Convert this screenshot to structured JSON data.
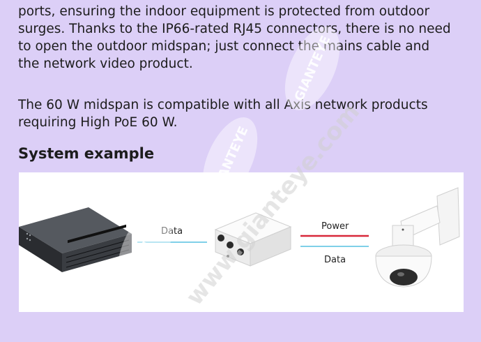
{
  "paragraphs": {
    "p1": [
      "ports, ensuring the indoor equipment is protected from outdoor",
      "surges. Thanks to the IP66-rated RJ45 connectors, there is no need",
      "to open the outdoor midspan; just connect the mains cable and",
      "the network video product."
    ],
    "p2": [
      "The 60 W midspan is compatible with all Axis network products",
      "requiring High PoE 60 W."
    ]
  },
  "section_heading": "System example",
  "diagram": {
    "data_label_left": "Data",
    "power_label": "Power",
    "data_label_right": "Data",
    "colors": {
      "data_line": "#7fd0e8",
      "power_line": "#d8283a",
      "switch_body": "#3a3d42",
      "midspan_body": "#f3f3f3"
    }
  },
  "watermark": {
    "brand": "GIANTEYE",
    "url": "www.gianteye.com"
  }
}
